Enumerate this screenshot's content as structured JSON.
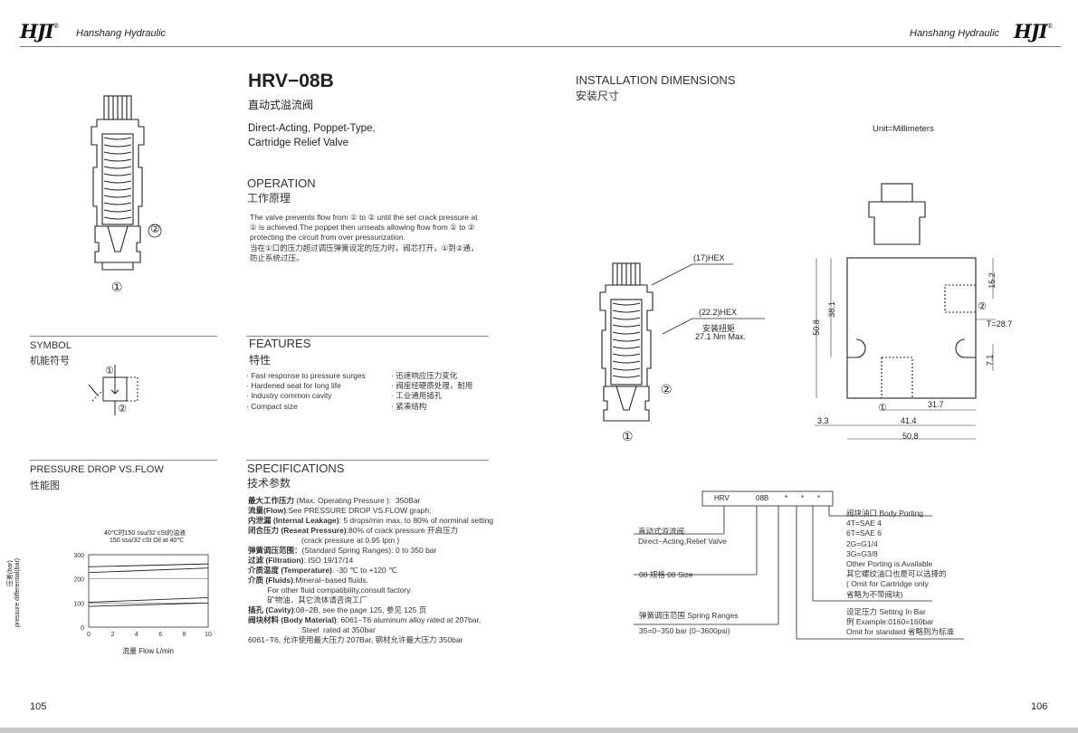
{
  "header": {
    "left_brand": "Hanshang Hydraulic",
    "right_brand": "Hanshang Hydraulic",
    "logo_text": "HJI",
    "logo_mark": "®"
  },
  "product": {
    "model": "HRV−08B",
    "name_zh": "直动式溢流阀",
    "desc_line1": "Direct-Acting, Poppet-Type,",
    "desc_line2": "Cartridge Relief Valve"
  },
  "operation": {
    "title": "OPERATION",
    "title_zh": "工作原理",
    "lines": [
      "The valve prevents flow from ① to ② until the set crack pressure at",
      "① is achieved.The poppet then unseats allowing flow from ① to ②",
      "protecting the circuit from over pressurization.",
      "当在①口的压力超过调压弹簧设定的压力时，阀芯打开，①到②通，",
      "防止系统过压。"
    ]
  },
  "symbol": {
    "title": "SYMBOL",
    "title_zh": "机能符号",
    "port1": "①",
    "port2": "②"
  },
  "cutaway_ports": {
    "port1": "①",
    "port2": "②"
  },
  "features": {
    "title": "FEATURES",
    "title_zh": "特性",
    "items_en": [
      "· Fast response to pressure surges",
      "· Hardened seat for long life",
      "· Industry common cavity",
      "· Compact size"
    ],
    "items_zh": [
      "· 迅速响应压力变化",
      "· 阀座经硬质处理，耐用",
      "· 工业通用插孔",
      "· 紧凑结构"
    ]
  },
  "pressure_drop": {
    "title": "PRESSURE DROP VS.FLOW",
    "title_zh": "性能图",
    "note_line1": "40℃时150 ssu/32 cSt的油液",
    "note_line2": "150 ssu/32 cSt Oil at 40℃",
    "ylabel_zh": "压差(bar)",
    "ylabel_en": "pressure differential(bar)",
    "xlabel": "流量 Flow  L/min"
  },
  "chart_data": {
    "type": "line",
    "xlabel": "流量 Flow  L/min",
    "ylabel": "pressure differential(bar)",
    "xlim": [
      0,
      10
    ],
    "ylim": [
      0,
      300
    ],
    "x_ticks": [
      "0",
      "2",
      "4",
      "6",
      "8",
      "10"
    ],
    "y_ticks": [
      "0",
      "100",
      "200",
      "300"
    ],
    "grid": true,
    "series": [
      {
        "x": [
          0,
          10
        ],
        "values": [
          250,
          262
        ]
      },
      {
        "x": [
          0,
          10
        ],
        "values": [
          226,
          245
        ]
      },
      {
        "x": [
          0,
          10
        ],
        "values": [
          103,
          122
        ]
      },
      {
        "x": [
          0,
          10
        ],
        "values": [
          86,
          100
        ]
      }
    ]
  },
  "specifications": {
    "title": "SPECIFICATIONS",
    "title_zh": "技术参数",
    "rows": [
      {
        "label": "最大工作压力",
        "text": " (Max. Operating Pressure ):  350Bar"
      },
      {
        "label": "流量(Flow)",
        "text": ":See PRESSURE DROP VS.FLOW graph."
      },
      {
        "label": "内泄漏 (Internal Leakage)",
        "text": ": 5 drops/min max. to 80% of norminal setting"
      },
      {
        "label": "闭合压力 (Reseat Pressure)",
        "text": ":80% of crack pressure 开启压力"
      },
      {
        "label": "",
        "text": "                         (crack pressure at 0.95 lpm )"
      },
      {
        "label": "弹簧调压范围：",
        "text": "(Standard Spring Ranges): 0 to 350 bar"
      },
      {
        "label": "过滤 (Filtration)",
        "text": ": ISO 19/17/14"
      },
      {
        "label": "介质温度 (Temperature)",
        "text": ": -30 ℃ to +120 ℃"
      },
      {
        "label": "介质 (Fluids)",
        "text": ":Mineral−based fluids."
      },
      {
        "label": "",
        "text": "         For other fluid compatibility,consult factory."
      },
      {
        "label": "",
        "text": "         矿物油．其它流体请咨询工厂"
      },
      {
        "label": "插孔 (Cavity)",
        "text": ":08−2B, see the page 125, 参见 125 页"
      },
      {
        "label": "阀块材料 (Body Material)",
        "text": ": 6061−T6 aluminum alloy rated at 207bar,"
      },
      {
        "label": "",
        "text": "                         Steel  rated at 350bar"
      },
      {
        "label": "",
        "text": "6061−T6, 允许使用最大压力 207Bar, 钢材允许最大压力 350bar"
      }
    ]
  },
  "installation": {
    "title": "INSTALLATION DIMENSIONS",
    "title_zh": "安装尺寸",
    "unit": "Unit=Millimeters",
    "hex1": "(17)HEX",
    "hex2": "(22.2)HEX",
    "torque_zh": "安装扭矩",
    "torque": "27.1 Nm Max.",
    "port1": "①",
    "port2": "②",
    "dims": {
      "d15_2": "15.2",
      "d38_1": "38.1",
      "d50_8v": "50.8",
      "t28_7": "T=28.7",
      "d7_1": "7.1",
      "d31_7": "31.7",
      "d3_3": "3.3",
      "d41_4": "41.4",
      "d50_8h": "50.8"
    }
  },
  "ordering": {
    "code": [
      "HRV",
      "08B",
      "*",
      "*",
      "*"
    ],
    "type_zh": "直动式溢流阀",
    "type_en": "Direct−Acting,Relief Valve",
    "size": "08 规格  08 Size",
    "spring_title": "弹簧调压范围  Spring Ranges",
    "spring_range": "35=0−350  bar (0−3600psi)",
    "port_title": "阀块油口  Body Porting",
    "port_options": [
      "4T=SAE 4",
      "6T=SAE 6",
      "2G=G1/4",
      "3G=G3/8"
    ],
    "port_other1": "Other Porting is Available",
    "port_other2": "其它螺纹油口也是可以选择的",
    "port_other3": "( Omit for  Cartridge only",
    "port_other4": "省略为不带阀块)",
    "setting_title": "设定压力  Setting In Bar",
    "setting_example": "例 Example:0160=160bar",
    "setting_omit": "Omit for standard  省略则为标准"
  },
  "pages": {
    "left": "105",
    "right": "106"
  }
}
